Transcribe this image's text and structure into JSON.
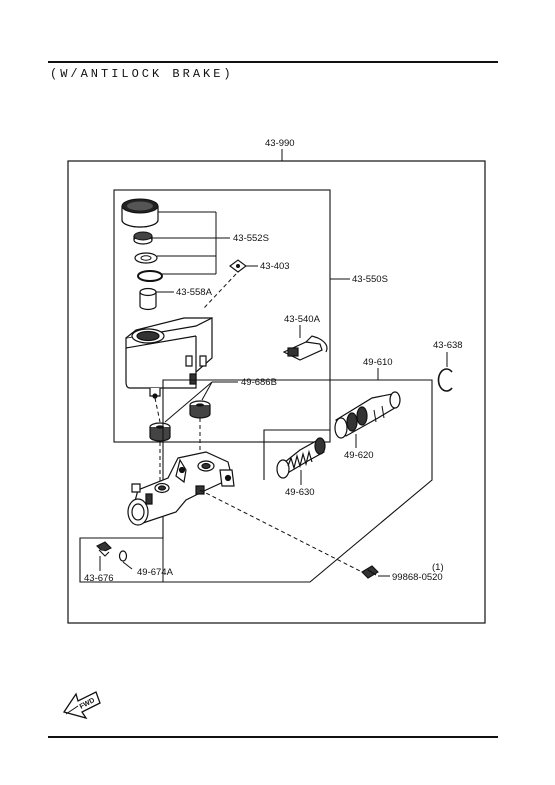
{
  "header": {
    "title": "(W/ANTILOCK BRAKE)"
  },
  "parts": {
    "p43_990": "43-990",
    "p43_552s": "43-552S",
    "p43_403": "43-403",
    "p43_558a": "43-558A",
    "p43_550s": "43-550S",
    "p43_540a": "43-540A",
    "p43_638": "43-638",
    "p49_610": "49-610",
    "p49_686b": "49-686B",
    "p49_620": "49-620",
    "p49_630": "49-630",
    "p43_676": "43-676",
    "p49_674a": "49-674A",
    "p99868_qty": "(1)",
    "p99868_0520": "99868-0520"
  },
  "direction": {
    "label": "FWD"
  }
}
